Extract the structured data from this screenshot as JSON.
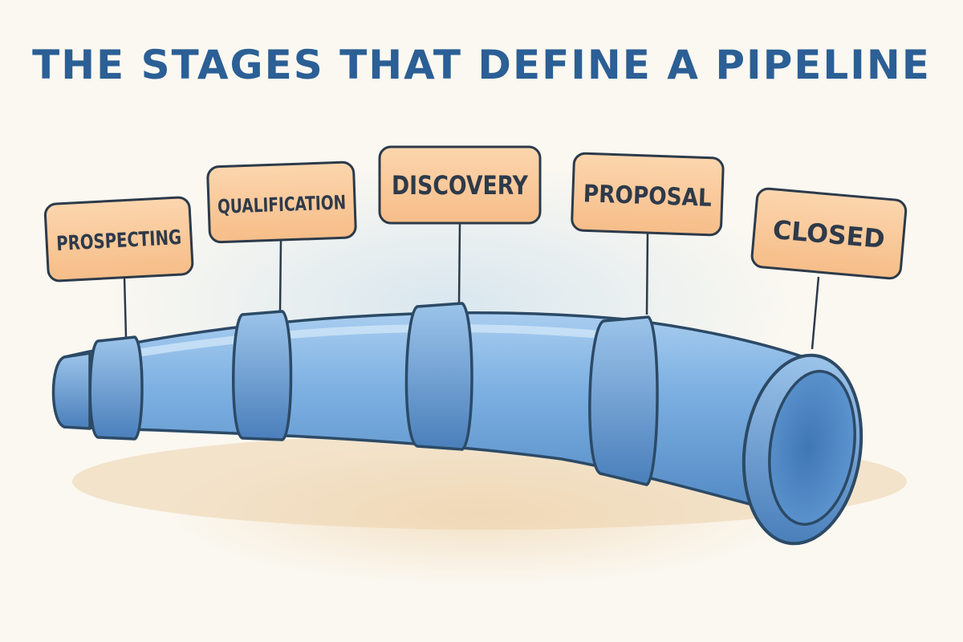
{
  "title": "THE STAGES THAT DEFINE A PIPELINE",
  "stages": [
    {
      "label": "PROSPECTING"
    },
    {
      "label": "QUALIFICATION"
    },
    {
      "label": "DISCOVERY"
    },
    {
      "label": "PROPOSAL"
    },
    {
      "label": "CLOSED"
    }
  ],
  "colors": {
    "title": "#2b5f95",
    "label_fill": "#f9c99a",
    "pipe": "#6fa6dc",
    "outline": "#2c4a66"
  }
}
